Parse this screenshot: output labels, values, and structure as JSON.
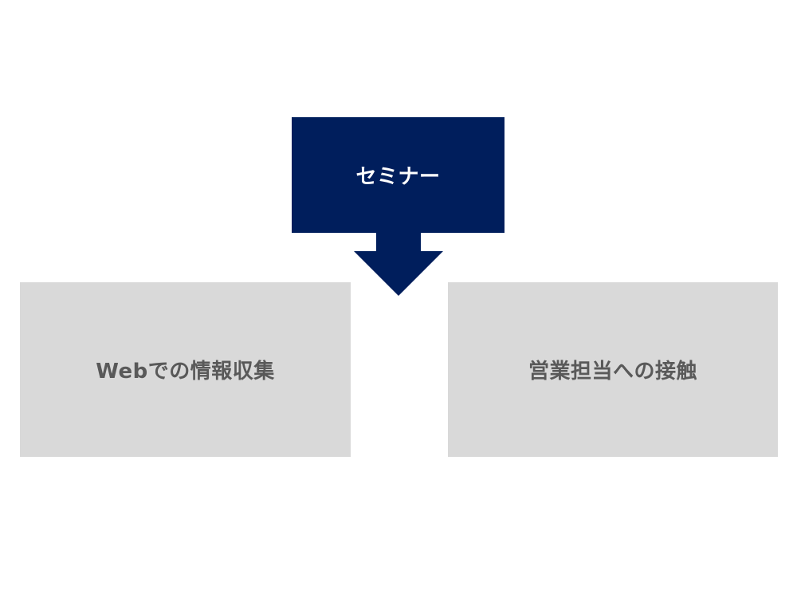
{
  "diagram": {
    "source": {
      "label": "セミナー",
      "color": "#001e5c"
    },
    "targets": [
      {
        "label": "Webでの情報収集",
        "color": "#d9d9d9"
      },
      {
        "label": "営業担当への接触",
        "color": "#d9d9d9"
      }
    ],
    "arrow": {
      "direction": "down",
      "color": "#001e5c"
    },
    "text_colors": {
      "source": "#ffffff",
      "targets": "#595959"
    }
  }
}
